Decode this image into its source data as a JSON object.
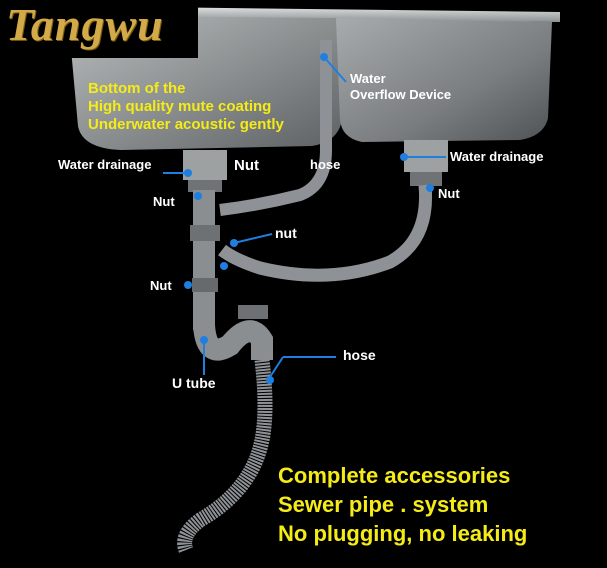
{
  "logo": "Tangwu",
  "coating_text": [
    "Bottom of the",
    "High quality mute coating",
    "Underwater acoustic gently"
  ],
  "labels": {
    "water_overflow": [
      "Water",
      "Overflow Device"
    ],
    "water_drainage_left": "Water drainage",
    "nut_top_left": "Nut",
    "hose_top": "hose",
    "water_drainage_right": "Water drainage",
    "nut_left_tail": "Nut",
    "nut_right": "Nut",
    "nut_mid": "nut",
    "nut_lower_left": "Nut",
    "hose_lower": "hose",
    "u_tube": "U tube"
  },
  "promo": [
    "Complete accessories",
    "Sewer pipe . system",
    "No plugging, no leaking"
  ],
  "colors": {
    "marker": "#1e7fe0",
    "promo_text": "#f5ec17",
    "logo": "#d2aa4a",
    "pipe": "#8e9296"
  }
}
